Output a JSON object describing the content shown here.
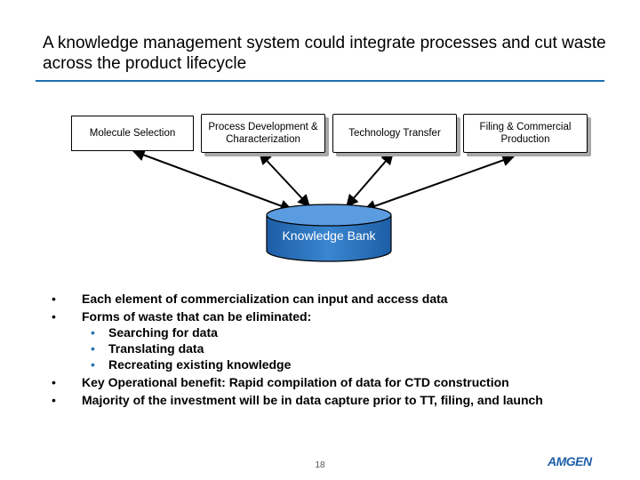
{
  "slide": {
    "title": "A knowledge management system could integrate processes and cut waste across the product lifecycle",
    "stages": [
      {
        "label": "Molecule Selection"
      },
      {
        "label": "Process Development & Characterization"
      },
      {
        "label": "Technology Transfer"
      },
      {
        "label": "Filing & Commercial Production"
      }
    ],
    "hub_label": "Knowledge Bank",
    "bullets": [
      {
        "text": "Each element of commercialization can input and access data"
      },
      {
        "text": "Forms of waste that can be eliminated:"
      },
      {
        "text": "Key Operational benefit: Rapid compilation of data for CTD construction"
      },
      {
        "text": "Majority of the investment will be in data capture prior to TT, filing, and launch"
      }
    ],
    "sub_bullets": [
      "Searching for data",
      "Translating data",
      "Recreating existing knowledge"
    ],
    "bullet_glyph": "•",
    "page_number": "18",
    "logo_text": "AMGEN",
    "colors": {
      "accent": "#1f6fb2",
      "cylinder": "#2a73bf"
    }
  }
}
